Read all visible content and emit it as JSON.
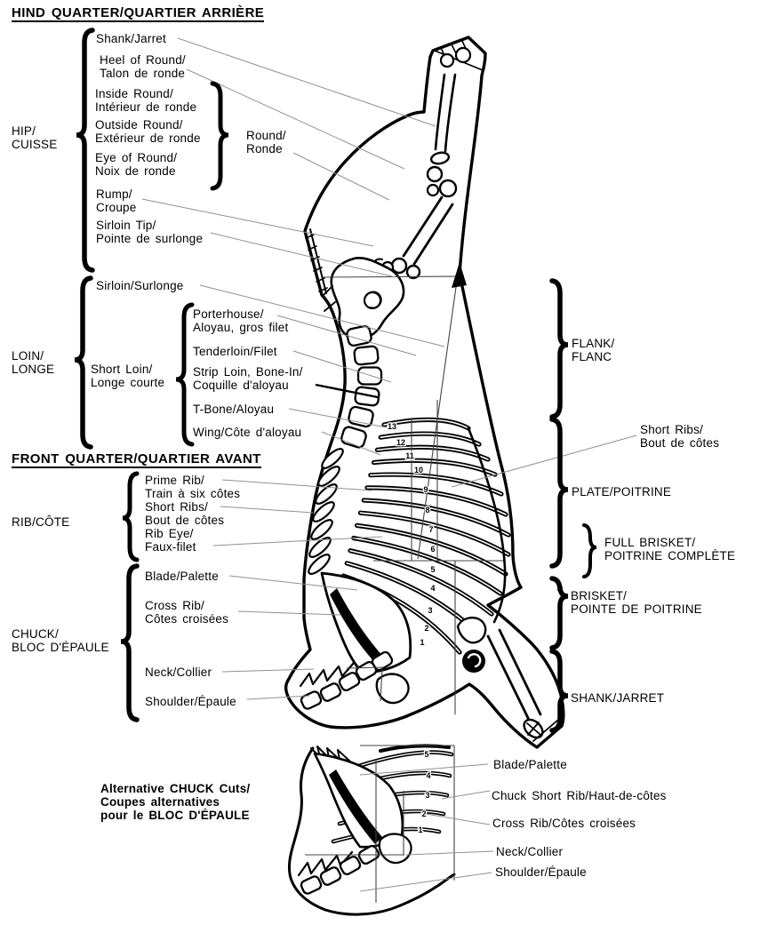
{
  "title": "Beef cuts chart",
  "headers": {
    "hind": "HIND QUARTER/QUARTIER ARRIÈRE",
    "front": "FRONT QUARTER/QUARTIER AVANT"
  },
  "labels": {
    "hip_group": [
      "HIP/",
      "CUISSE"
    ],
    "shank": "Shank/Jarret",
    "heel": [
      "Heel of Round/",
      "Talon de ronde"
    ],
    "inside_round": [
      "Inside Round/",
      "Intérieur de ronde"
    ],
    "outside_round": [
      "Outside Round/",
      "Extérieur de ronde"
    ],
    "eye_of_round": [
      "Eye of Round/",
      "Noix de ronde"
    ],
    "round": [
      "Round/",
      "Ronde"
    ],
    "rump": [
      "Rump/",
      "Croupe"
    ],
    "sirloin_tip": [
      "Sirloin Tip/",
      "Pointe de surlonge"
    ],
    "loin_group": [
      "LOIN/",
      "LONGE"
    ],
    "sirloin": "Sirloin/Surlonge",
    "short_loin": [
      "Short Loin/",
      "Longe courte"
    ],
    "porterhouse": [
      "Porterhouse/",
      "Aloyau, gros filet"
    ],
    "tenderloin": "Tenderloin/Filet",
    "strip_loin": [
      "Strip Loin, Bone-In/",
      "Coquille d'aloyau"
    ],
    "t_bone": "T-Bone/Aloyau",
    "wing": "Wing/Côte d'aloyau",
    "rib_group": "RIB/CÔTE",
    "prime_rib": [
      "Prime Rib/",
      "Train à six côtes"
    ],
    "short_ribs_left": [
      "Short Ribs/",
      "Bout de côtes"
    ],
    "rib_eye": [
      "Rib Eye/",
      "Faux-filet"
    ],
    "chuck_group": [
      "CHUCK/",
      "BLOC D'ÉPAULE"
    ],
    "blade": "Blade/Palette",
    "cross_rib": [
      "Cross Rib/",
      "Côtes croisées"
    ],
    "neck": "Neck/Collier",
    "shoulder": "Shoulder/Épaule",
    "flank": [
      "FLANK/",
      "FLANC"
    ],
    "short_ribs_right": [
      "Short Ribs/",
      "Bout de côtes"
    ],
    "plate": "PLATE/POITRINE",
    "full_brisket": [
      "FULL BRISKET/",
      "POITRINE COMPLÈTE"
    ],
    "brisket": [
      "BRISKET/",
      "POINTE DE POITRINE"
    ],
    "shank_right": "SHANK/JARRET",
    "alt_chuck": [
      "Alternative CHUCK Cuts/",
      "Coupes alternatives",
      "pour le BLOC D'ÉPAULE"
    ],
    "alt_blade": "Blade/Palette",
    "alt_chuck_short_rib": "Chuck Short Rib/Haut-de-côtes",
    "alt_cross_rib": "Cross Rib/Côtes croisées",
    "alt_neck": "Neck/Collier",
    "alt_shoulder": "Shoulder/Épaule"
  },
  "diagram": {
    "rib_numbers_main": [
      "13",
      "12",
      "11",
      "10",
      "9",
      "8",
      "7",
      "6",
      "5",
      "4",
      "3",
      "2",
      "1"
    ],
    "rib_numbers_inset": [
      "5",
      "4",
      "3",
      "2",
      "1"
    ],
    "ink_color": "#000000",
    "leader_color": "#909090",
    "background": "#ffffff"
  }
}
